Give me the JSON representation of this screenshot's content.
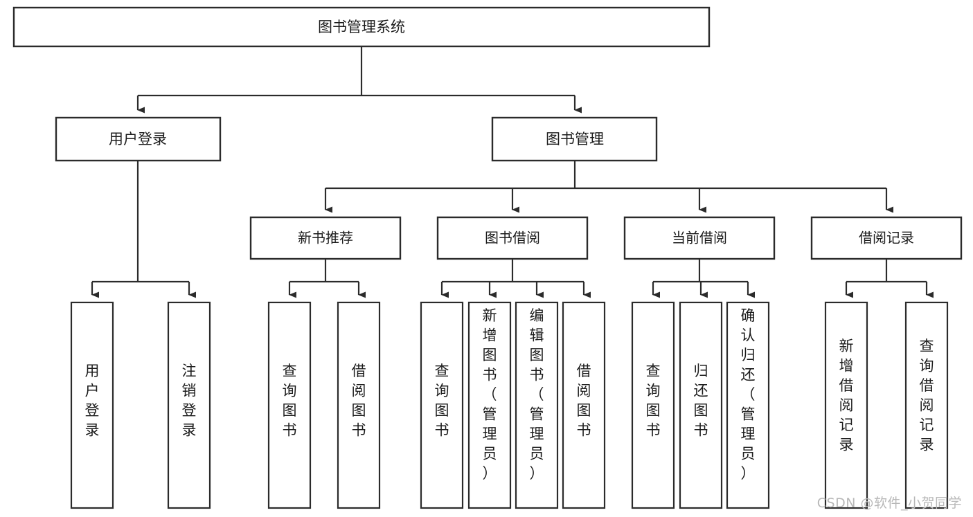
{
  "diagram": {
    "type": "tree-hierarchy",
    "title": "图书管理系统",
    "watermark": "CSDN @软件_小贺同学",
    "colors": {
      "stroke": "#2b2b2b",
      "fill": "#ffffff",
      "text": "#1c1c1c",
      "watermark": "#b8b8b8"
    },
    "root": {
      "label": "图书管理系统",
      "children": [
        {
          "label": "用户登录",
          "children": [
            {
              "label": "用户登录"
            },
            {
              "label": "注销登录"
            }
          ]
        },
        {
          "label": "图书管理",
          "children": [
            {
              "label": "新书推荐",
              "children": [
                {
                  "label": "查询图书"
                },
                {
                  "label": "借阅图书"
                }
              ]
            },
            {
              "label": "图书借阅",
              "children": [
                {
                  "label": "查询图书"
                },
                {
                  "label": "新增图书（管理员）"
                },
                {
                  "label": "编辑图书（管理员）"
                },
                {
                  "label": "借阅图书"
                }
              ]
            },
            {
              "label": "当前借阅",
              "children": [
                {
                  "label": "查询图书"
                },
                {
                  "label": "归还图书"
                },
                {
                  "label": "确认归还（管理员）"
                }
              ]
            },
            {
              "label": "借阅记录",
              "children": [
                {
                  "label": "新增借阅记录"
                },
                {
                  "label": "查询借阅记录"
                }
              ]
            }
          ]
        }
      ]
    },
    "nodes": {
      "root": {
        "label": "图书管理系统"
      },
      "level2": [
        {
          "label": "用户登录"
        },
        {
          "label": "图书管理"
        }
      ],
      "level3": [
        {
          "label": "新书推荐"
        },
        {
          "label": "图书借阅"
        },
        {
          "label": "当前借阅"
        },
        {
          "label": "借阅记录"
        }
      ],
      "leaves": [
        {
          "label": "用户登录",
          "chars": [
            "用",
            "户",
            "登",
            "录"
          ]
        },
        {
          "label": "注销登录",
          "chars": [
            "注",
            "销",
            "登",
            "录"
          ]
        },
        {
          "label": "查询图书",
          "chars": [
            "查",
            "询",
            "图",
            "书"
          ]
        },
        {
          "label": "借阅图书",
          "chars": [
            "借",
            "阅",
            "图",
            "书"
          ]
        },
        {
          "label": "查询图书",
          "chars": [
            "查",
            "询",
            "图",
            "书"
          ]
        },
        {
          "label": "新增图书（管理员）",
          "chars": [
            "新",
            "增",
            "图",
            "书",
            "（",
            "管",
            "理",
            "员",
            "）"
          ]
        },
        {
          "label": "编辑图书（管理员）",
          "chars": [
            "编",
            "辑",
            "图",
            "书",
            "（",
            "管",
            "理",
            "员",
            "）"
          ]
        },
        {
          "label": "借阅图书",
          "chars": [
            "借",
            "阅",
            "图",
            "书"
          ]
        },
        {
          "label": "查询图书",
          "chars": [
            "查",
            "询",
            "图",
            "书"
          ]
        },
        {
          "label": "归还图书",
          "chars": [
            "归",
            "还",
            "图",
            "书"
          ]
        },
        {
          "label": "确认归还（管理员）",
          "chars": [
            "确",
            "认",
            "归",
            "还",
            "（",
            "管",
            "理",
            "员",
            "）"
          ]
        },
        {
          "label": "新增借阅记录",
          "chars": [
            "新",
            "增",
            "借",
            "阅",
            "记",
            "录"
          ]
        },
        {
          "label": "查询借阅记录",
          "chars": [
            "查",
            "询",
            "借",
            "阅",
            "记",
            "录"
          ]
        }
      ]
    }
  }
}
